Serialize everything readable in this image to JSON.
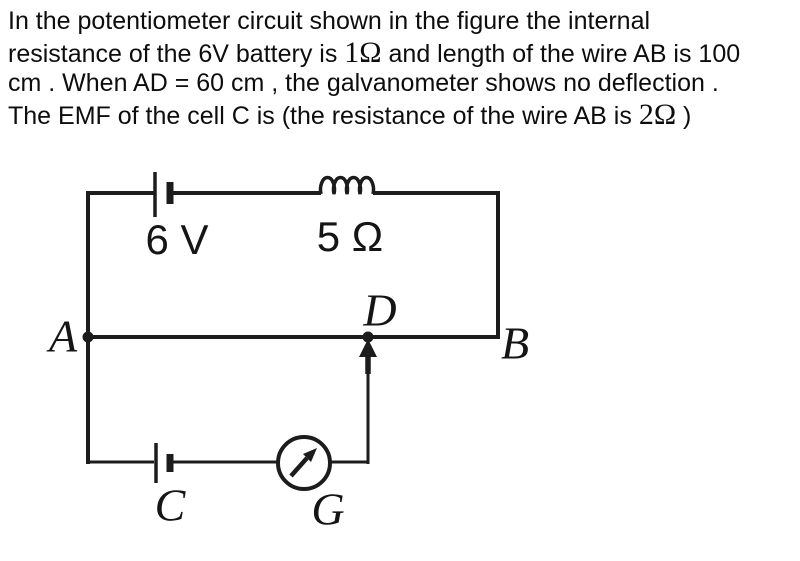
{
  "problem": {
    "lines": [
      {
        "seg0": "In the potentiometer circuit shown in the figure the internal"
      },
      {
        "seg0": "resistance of the 6V battery is ",
        "math": "1Ω",
        "seg2": " and length of the wire AB is 100"
      },
      {
        "seg0": "cm . When AD = 60 cm , the galvanometer shows no deflection ."
      },
      {
        "seg0": "The EMF of the cell C is (the resistance of the wire AB is ",
        "math": "2Ω",
        "seg2": " )"
      }
    ]
  },
  "diagram": {
    "battery_label": "6 V",
    "resistor_label": "5 Ω",
    "node_a": "A",
    "node_b": "B",
    "node_d": "D",
    "cell_label": "C",
    "galvanometer_label": "G",
    "wire_color": "#1c1c1c",
    "background_color": "#ffffff"
  }
}
